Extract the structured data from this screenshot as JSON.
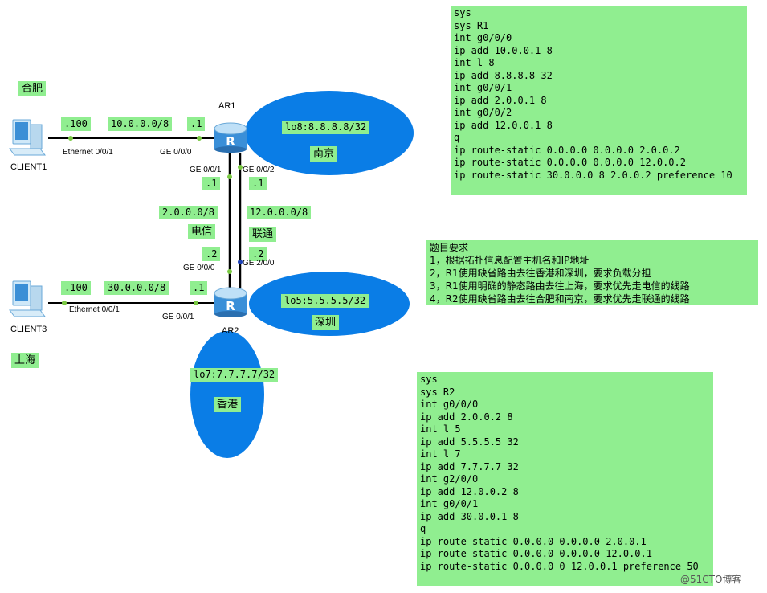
{
  "colors": {
    "cloud": "#0a7de6",
    "label_bg": "#90ee90",
    "link": "#000000",
    "port_dot": "#7ac943",
    "port_dot_alt": "#1a3fb5"
  },
  "devices": {
    "ar1": "AR1",
    "ar2": "AR2",
    "client1": "CLIENT1",
    "client3": "CLIENT3",
    "router_icon": "router-icon",
    "pc_icon": "pc-icon"
  },
  "cities": {
    "hefei": "合肥",
    "shanghai": "上海",
    "nanjing": "南京",
    "shenzhen": "深圳",
    "hongkong": "香港",
    "dianxin": "电信",
    "liantong": "联通"
  },
  "loopbacks": {
    "lo8": "lo8:8.8.8.8/32",
    "lo5": "lo5:5.5.5.5/32",
    "lo7": "lo7:7.7.7.7/32"
  },
  "labels": {
    "c1_ip": ".100",
    "net1": "10.0.0.0/8",
    "ar1_g000_ip": ".1",
    "c3_ip": ".100",
    "net3": "30.0.0.0/8",
    "ar2_g001_ip": ".1",
    "ar1_g001_ip": ".1",
    "ar1_g002_ip": ".1",
    "net2": "2.0.0.0/8",
    "net12": "12.0.0.0/8",
    "ar2_g000_ip": ".2",
    "ar2_g200_ip": ".2"
  },
  "ports": {
    "c1_eth": "Ethernet 0/0/1",
    "ar1_g000": "GE 0/0/0",
    "ar1_g001": "GE 0/0/1",
    "ar1_g002": "GE 0/0/2",
    "ar2_g000": "GE 0/0/0",
    "ar2_g200": "GE 2/0/0",
    "c3_eth": "Ethernet 0/0/1",
    "ar2_g001": "GE 0/0/1"
  },
  "r1_config": [
    "sys",
    "sys R1",
    "int g0/0/0",
    "ip add 10.0.0.1 8",
    "int l 8",
    "ip add 8.8.8.8 32",
    "int g0/0/1",
    "ip add 2.0.0.1 8",
    "int g0/0/2",
    "ip add 12.0.0.1 8",
    "q",
    "ip route-static 0.0.0.0 0.0.0.0 2.0.0.2",
    "ip route-static 0.0.0.0 0.0.0.0 12.0.0.2",
    "ip route-static 30.0.0.0 8 2.0.0.2 preference 10"
  ],
  "requirements": [
    "题目要求",
    "1，根据拓扑信息配置主机名和IP地址",
    "2，R1使用缺省路由去往香港和深圳，要求负载分担",
    "3，R1使用明确的静态路由去往上海，要求优先走电信的线路",
    "4，R2使用缺省路由去往合肥和南京，要求优先走联通的线路"
  ],
  "r2_config": [
    "sys",
    "sys R2",
    "int g0/0/0",
    "ip add 2.0.0.2 8",
    "int l 5",
    "ip add 5.5.5.5 32",
    "int l 7",
    "ip add 7.7.7.7 32",
    "int g2/0/0",
    "ip add 12.0.0.2 8",
    "int g0/0/1",
    "ip add 30.0.0.1 8",
    "q",
    "ip route-static 0.0.0.0 0.0.0.0 2.0.0.1",
    "ip route-static 0.0.0.0 0.0.0.0 12.0.0.1",
    "ip route-static 0.0.0.0 0 12.0.0.1 preference 50"
  ],
  "watermark": "@51CTO博客"
}
